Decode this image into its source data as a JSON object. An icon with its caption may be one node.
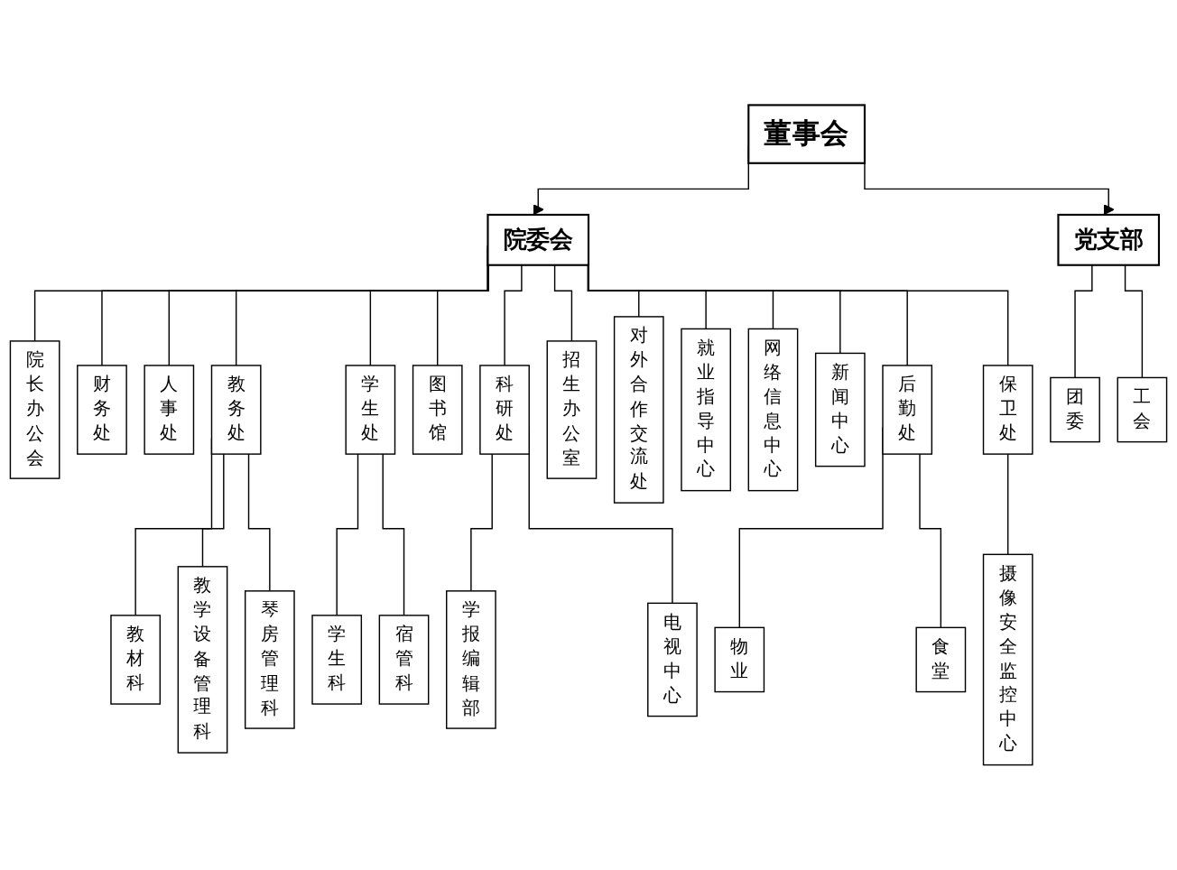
{
  "diagram": {
    "nodes": [
      {
        "text": [
          "董事会"
        ]
      },
      {
        "text": [
          "院委会"
        ]
      },
      {
        "text": [
          "党支部"
        ]
      },
      {
        "text": [
          "院长办公会"
        ]
      },
      {
        "text": [
          "财务处"
        ]
      },
      {
        "text": [
          "人事处"
        ]
      },
      {
        "text": [
          "教务处"
        ]
      },
      {
        "text": [
          "学生处"
        ]
      },
      {
        "text": [
          "图书馆"
        ]
      },
      {
        "text": [
          "科研处"
        ]
      },
      {
        "text": [
          "招生办公室"
        ]
      },
      {
        "text": [
          "对外合作交流处"
        ]
      },
      {
        "text": [
          "就业指导中心"
        ]
      },
      {
        "text": [
          "网络信息中心"
        ]
      },
      {
        "text": [
          "新闻中心"
        ]
      },
      {
        "text": [
          "后勤处"
        ]
      },
      {
        "text": [
          "保卫处"
        ]
      },
      {
        "text": [
          "团委"
        ]
      },
      {
        "text": [
          "工会"
        ]
      },
      {
        "text": [
          "教材科"
        ]
      },
      {
        "text": [
          "教学设备管理科"
        ]
      },
      {
        "text": [
          "琴房管理科"
        ]
      },
      {
        "text": [
          "学生科"
        ]
      },
      {
        "text": [
          "宿管科"
        ]
      },
      {
        "text": [
          "学报编辑部"
        ]
      },
      {
        "text": [
          "电视中心"
        ]
      },
      {
        "text": [
          "物业"
        ]
      },
      {
        "text": [
          "食堂"
        ]
      },
      {
        "text": [
          "摄像安全监控中心"
        ]
      }
    ],
    "edges": [
      {
        "from": 0,
        "to": 1,
        "arrow": "to"
      },
      {
        "from": 0,
        "to": 2,
        "arrow": "to"
      },
      {
        "from": 1,
        "to": 3,
        "arrow": "none"
      },
      {
        "from": 1,
        "to": 4,
        "arrow": "none"
      },
      {
        "from": 1,
        "to": 5,
        "arrow": "none"
      },
      {
        "from": 1,
        "to": 6,
        "arrow": "none"
      },
      {
        "from": 1,
        "to": 7,
        "arrow": "none"
      },
      {
        "from": 1,
        "to": 8,
        "arrow": "none"
      },
      {
        "from": 1,
        "to": 9,
        "arrow": "none"
      },
      {
        "from": 1,
        "to": 10,
        "arrow": "none"
      },
      {
        "from": 1,
        "to": 11,
        "arrow": "none"
      },
      {
        "from": 1,
        "to": 12,
        "arrow": "none"
      },
      {
        "from": 1,
        "to": 13,
        "arrow": "none"
      },
      {
        "from": 1,
        "to": 14,
        "arrow": "none"
      },
      {
        "from": 1,
        "to": 15,
        "arrow": "none"
      },
      {
        "from": 1,
        "to": 16,
        "arrow": "none"
      },
      {
        "from": 2,
        "to": 17,
        "arrow": "none"
      },
      {
        "from": 2,
        "to": 18,
        "arrow": "none"
      },
      {
        "from": 6,
        "to": 19,
        "arrow": "none"
      },
      {
        "from": 6,
        "to": 20,
        "arrow": "none"
      },
      {
        "from": 6,
        "to": 21,
        "arrow": "none"
      },
      {
        "from": 7,
        "to": 22,
        "arrow": "none"
      },
      {
        "from": 7,
        "to": 23,
        "arrow": "none"
      },
      {
        "from": 9,
        "to": 24,
        "arrow": "none"
      },
      {
        "from": 9,
        "to": 25,
        "arrow": "none"
      },
      {
        "from": 15,
        "to": 26,
        "arrow": "none"
      },
      {
        "from": 15,
        "to": 27,
        "arrow": "none"
      },
      {
        "from": 16,
        "to": 28,
        "arrow": "none"
      }
    ]
  }
}
